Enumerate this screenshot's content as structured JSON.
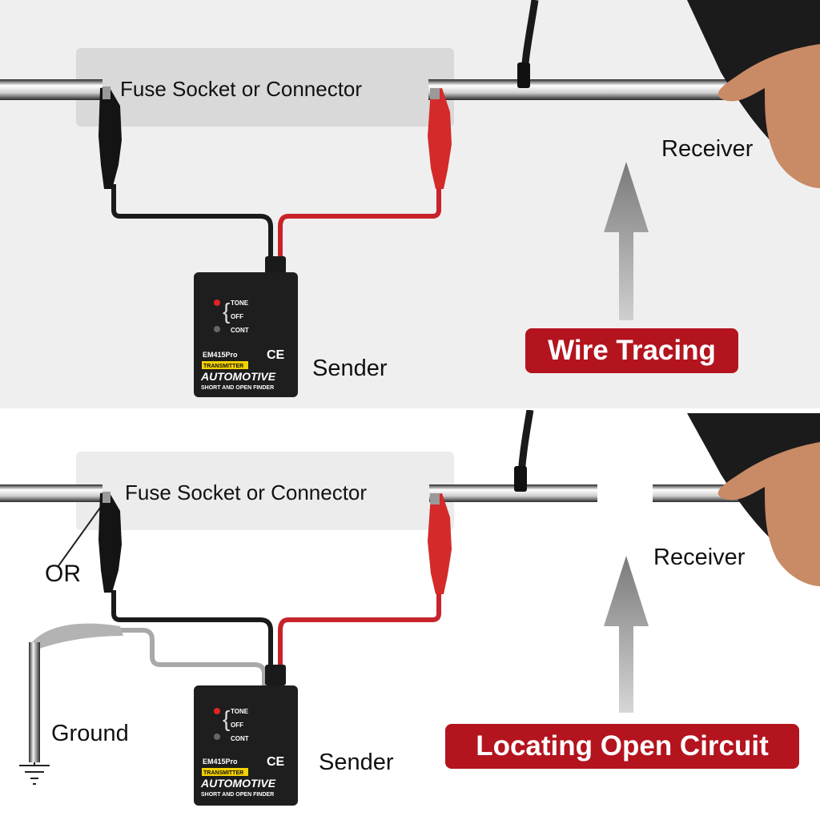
{
  "panels": [
    {
      "fuse_label": "Fuse Socket or Connector",
      "receiver_label": "Receiver",
      "sender_label": "Sender",
      "mode_badge": "Wire Tracing"
    },
    {
      "fuse_label": "Fuse Socket or Connector",
      "receiver_label": "Receiver",
      "sender_label": "Sender",
      "mode_badge": "Locating Open Circuit",
      "or_label": "OR",
      "ground_label": "Ground"
    }
  ],
  "device": {
    "switch_tone": "TONE",
    "switch_off": "OFF",
    "switch_cont": "CONT",
    "model": "EM415Pro",
    "ce_mark": "CE",
    "type_tag": "TRANSMITTER",
    "brand_line": "AUTOMOTIVE",
    "subtitle": "SHORT AND OPEN FINDER"
  },
  "icons": {
    "arrow": "up-arrow-icon",
    "ground": "ground-symbol-icon",
    "clip_black": "black-alligator-clip-icon",
    "clip_red": "red-alligator-clip-icon",
    "probe": "receiver-probe-icon"
  },
  "colors": {
    "badge": "#b3141e",
    "red_wire": "#c8232b",
    "black_wire": "#1a1a1a",
    "arrow": "#8c8c8c",
    "skin": "#c98a66"
  }
}
